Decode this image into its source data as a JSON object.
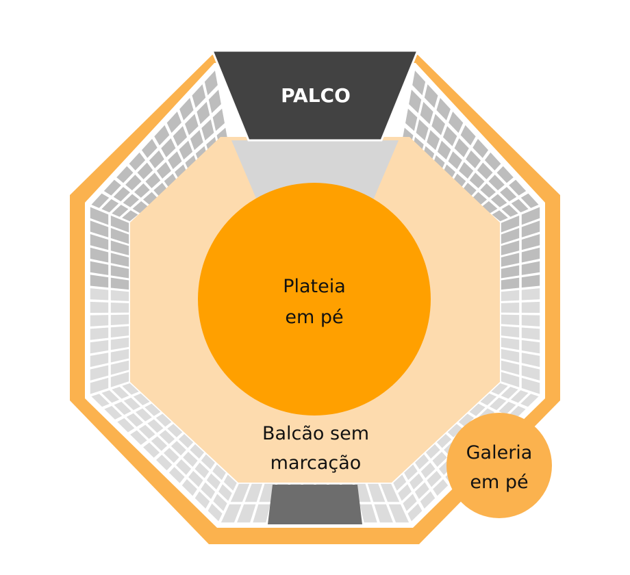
{
  "title": "Mapa de setores",
  "colors": {
    "outer_ring": "#fbb24e",
    "stage": "#424242",
    "stage_front": "#d6d6d6",
    "balcony": "#fddbae",
    "plateia": "#ffa000",
    "galeria": "#fbb24e",
    "seat_dark": "#bdbdbd",
    "seat_light": "#dcdcdc",
    "entrance": "#6d6d6d"
  },
  "sections": {
    "stage": {
      "label": "PALCO"
    },
    "plateia": {
      "line1": "Plateia",
      "line2": "em pé"
    },
    "balcony": {
      "line1": "Balcão sem",
      "line2": "marcação"
    },
    "galeria": {
      "line1": "Galeria",
      "line2": "em pé"
    }
  }
}
